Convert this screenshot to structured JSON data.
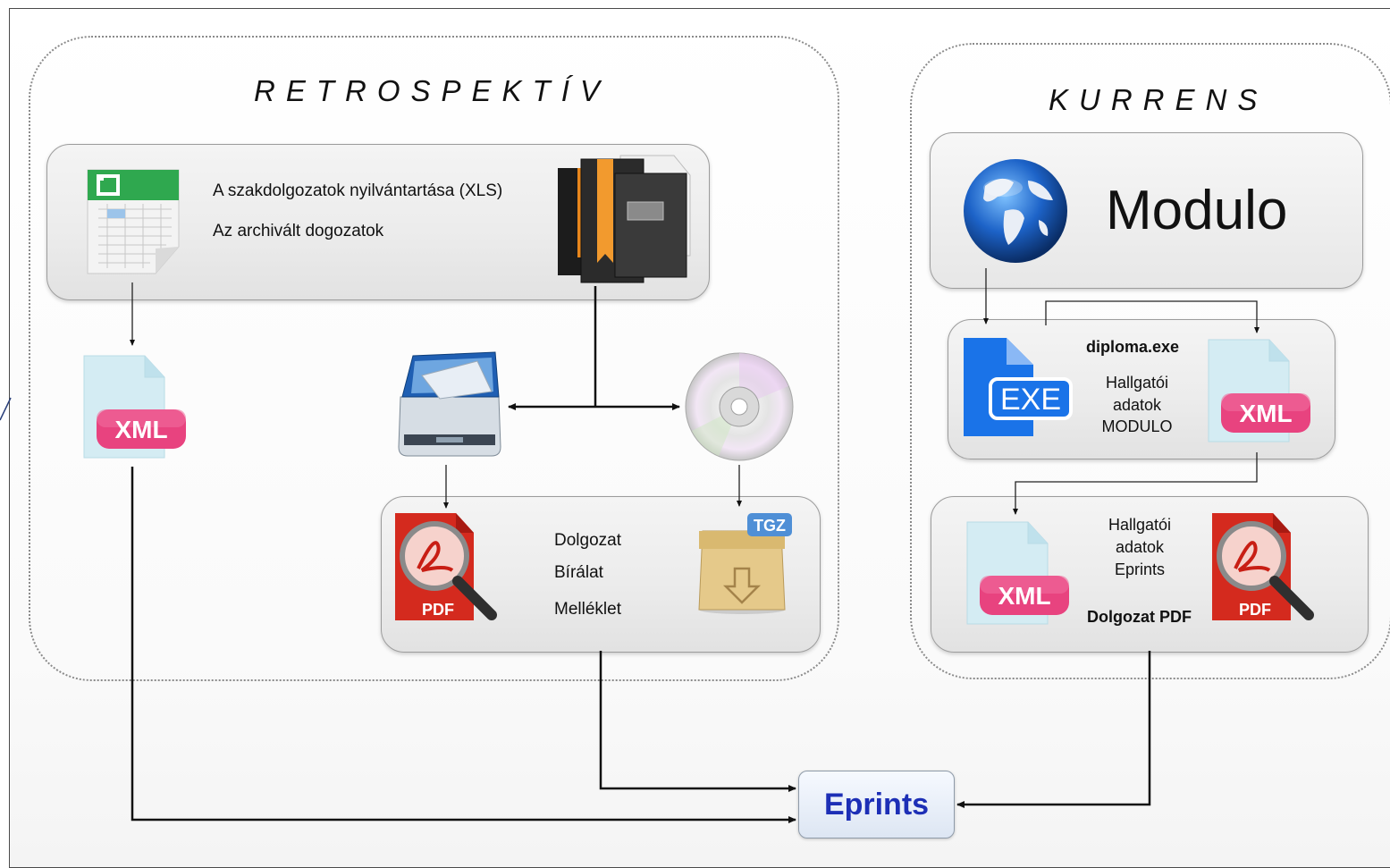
{
  "retrospektiv": {
    "title": "RETROSPEKTÍV",
    "top_panel": {
      "line1": "A szakdolgozatok nyilvántartása (XLS)",
      "line2": "Az archivált dogozatok"
    },
    "bottom_panel": {
      "line1": "Dolgozat",
      "line2": "Bírálat",
      "line3": "Melléklet"
    }
  },
  "kurrens": {
    "title": "KURRENS",
    "modulo_label": "Modulo",
    "diploma_panel": {
      "title": "diploma.exe",
      "line1": "Hallgatói",
      "line2": "adatok",
      "line3": "MODULO"
    },
    "eprints_panel": {
      "line1": "Hallgatói",
      "line2": "adatok",
      "line3": "Eprints",
      "line4": "Dolgozat PDF"
    }
  },
  "target": {
    "label": "Eprints"
  },
  "icons": {
    "xml": "XML",
    "pdf": "PDF",
    "exe": "EXE",
    "tgz": "TGZ"
  },
  "colors": {
    "eprints_text": "#1d2fb6",
    "xml_badge": "#e8437f",
    "pdf_red": "#d42a1e",
    "exe_blue": "#1a73e8"
  }
}
